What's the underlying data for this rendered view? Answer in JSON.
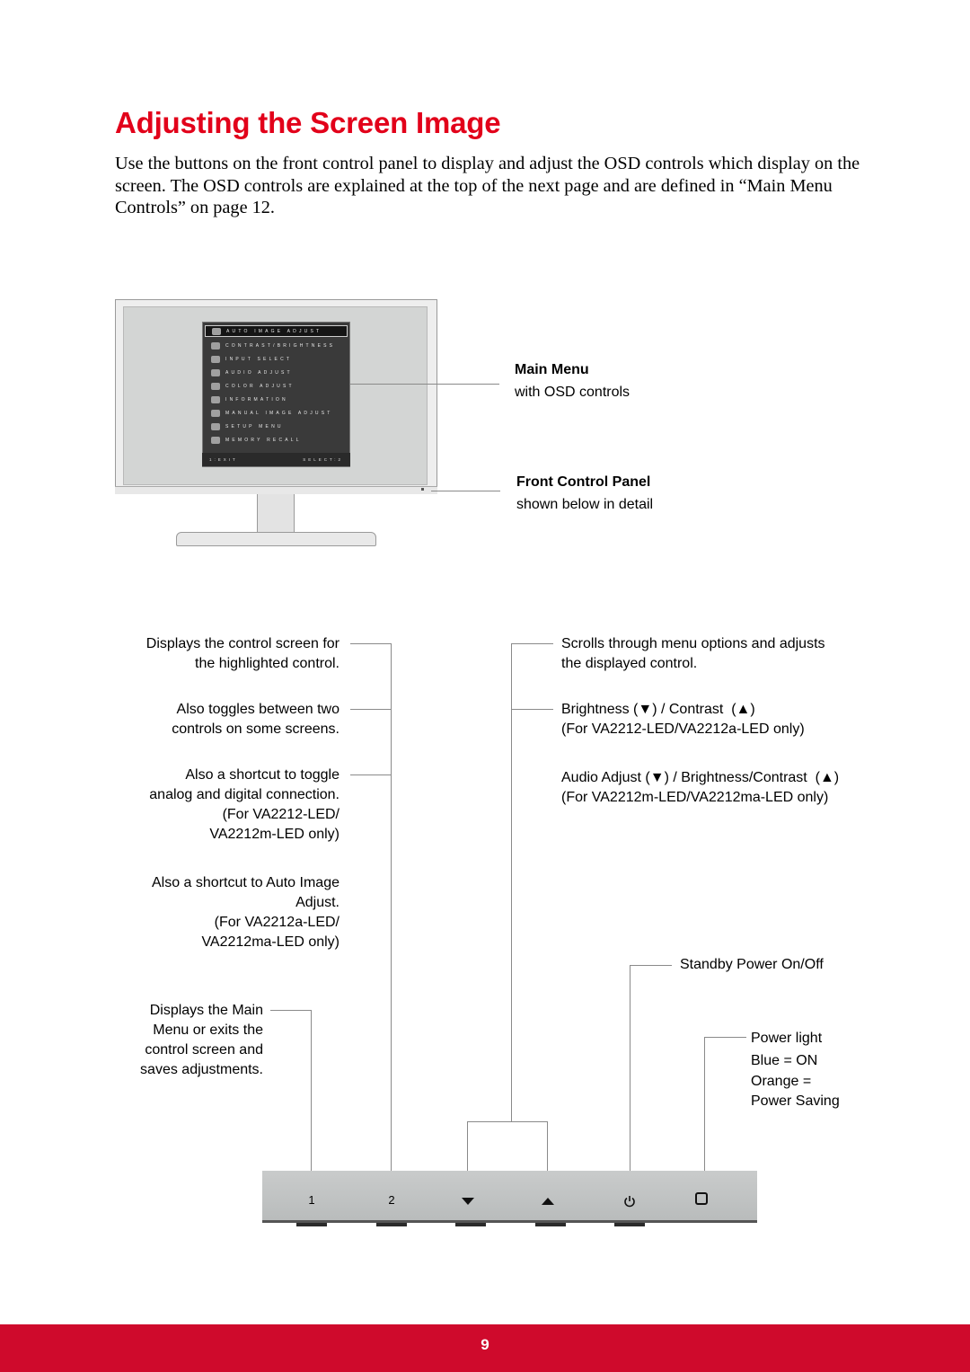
{
  "page": {
    "title": "Adjusting the Screen Image",
    "intro": "Use the buttons on the front control panel to display and adjust the OSD controls which display on the screen. The OSD controls are explained at the top of the next page and are defined in “Main Menu Controls” on page 12.",
    "page_number": "9"
  },
  "monitor": {
    "osd_items": [
      "AUTO IMAGE ADJUST",
      "CONTRAST/BRIGHTNESS",
      "INPUT SELECT",
      "AUDIO ADJUST",
      "COLOR ADJUST",
      "INFORMATION",
      "MANUAL IMAGE ADJUST",
      "SETUP MENU",
      "MEMORY RECALL"
    ],
    "osd_footer_left": "1:EXIT",
    "osd_footer_right": "SELECT:2",
    "callout_main_title": "Main Menu",
    "callout_main_sub": "with OSD controls",
    "callout_panel_title": "Front Control Panel",
    "callout_panel_sub": "shown below in detail"
  },
  "left_labels": {
    "l1a": "Displays the control screen for",
    "l1b": "the highlighted control.",
    "l2a": "Also toggles between two",
    "l2b": "controls on some screens.",
    "l3a": "Also a shortcut to toggle",
    "l3b": "analog and digital connection.",
    "l3c": "(For VA2212-LED/",
    "l3d": "VA2212m-LED only)",
    "l4a": "Also a shortcut to Auto Image",
    "l4b": "Adjust.",
    "l4c": "(For VA2212a-LED/",
    "l4d": "VA2212ma-LED only)",
    "l5a": "Displays the Main",
    "l5b": "Menu or exits the",
    "l5c": "control screen and",
    "l5d": "saves adjustments."
  },
  "right_labels": {
    "r1a": "Scrolls through menu options and adjusts",
    "r1b": "the displayed control.",
    "r2a": "Brightness (▼) / Contrast  (▲)",
    "r2b": "(For VA2212-LED/VA2212a-LED only)",
    "r3a": "Audio Adjust (▼) / Brightness/Contrast  (▲)",
    "r3b": "(For VA2212m-LED/VA2212ma-LED only)",
    "r4": "Standby Power On/Off",
    "r5a": "Power light",
    "r5b": "Blue = ON",
    "r5c": "Orange =",
    "r5d": "Power Saving"
  },
  "panel_buttons": {
    "b1": "1",
    "b2": "2",
    "down_icon": "down-triangle-icon",
    "up_icon": "up-triangle-icon",
    "power_icon": "power-icon",
    "light_icon": "power-light-icon"
  },
  "colors": {
    "accent": "#e2001a",
    "footer": "#cf0a2c"
  }
}
